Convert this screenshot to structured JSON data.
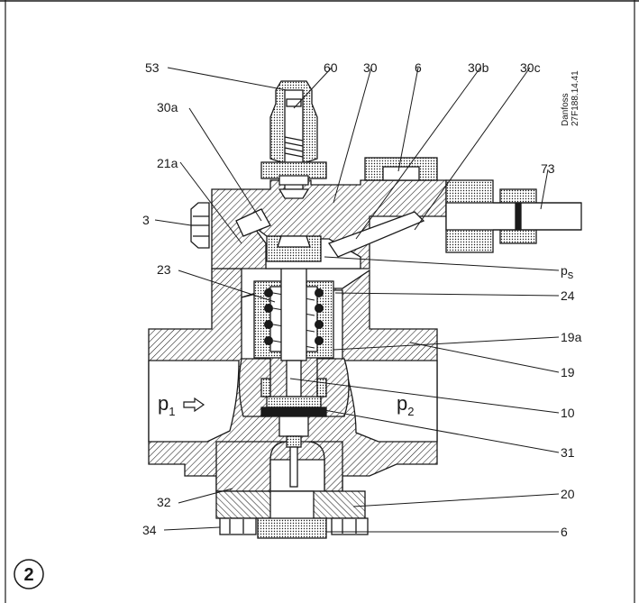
{
  "figure_number": "2",
  "side_text": [
    "Danfoss",
    "27F188.14.41"
  ],
  "callouts": {
    "c53": "53",
    "c60": "60",
    "c30": "30",
    "c6top": "6",
    "c30b": "30b",
    "c30c": "30c",
    "c30a": "30a",
    "c21a": "21a",
    "c73": "73",
    "c3": "3",
    "c23": "23",
    "cps": "p",
    "cps_sub": "s",
    "c24": "24",
    "c19a": "19a",
    "c19": "19",
    "c10": "10",
    "c31": "31",
    "c32": "32",
    "c20": "20",
    "c34": "34",
    "c6bot": "6"
  },
  "flow": {
    "p1": "p",
    "p1_sub": "1",
    "p2": "p",
    "p2_sub": "2"
  },
  "colors": {
    "line": "#1a1a1a",
    "fill": "#ffffff"
  }
}
